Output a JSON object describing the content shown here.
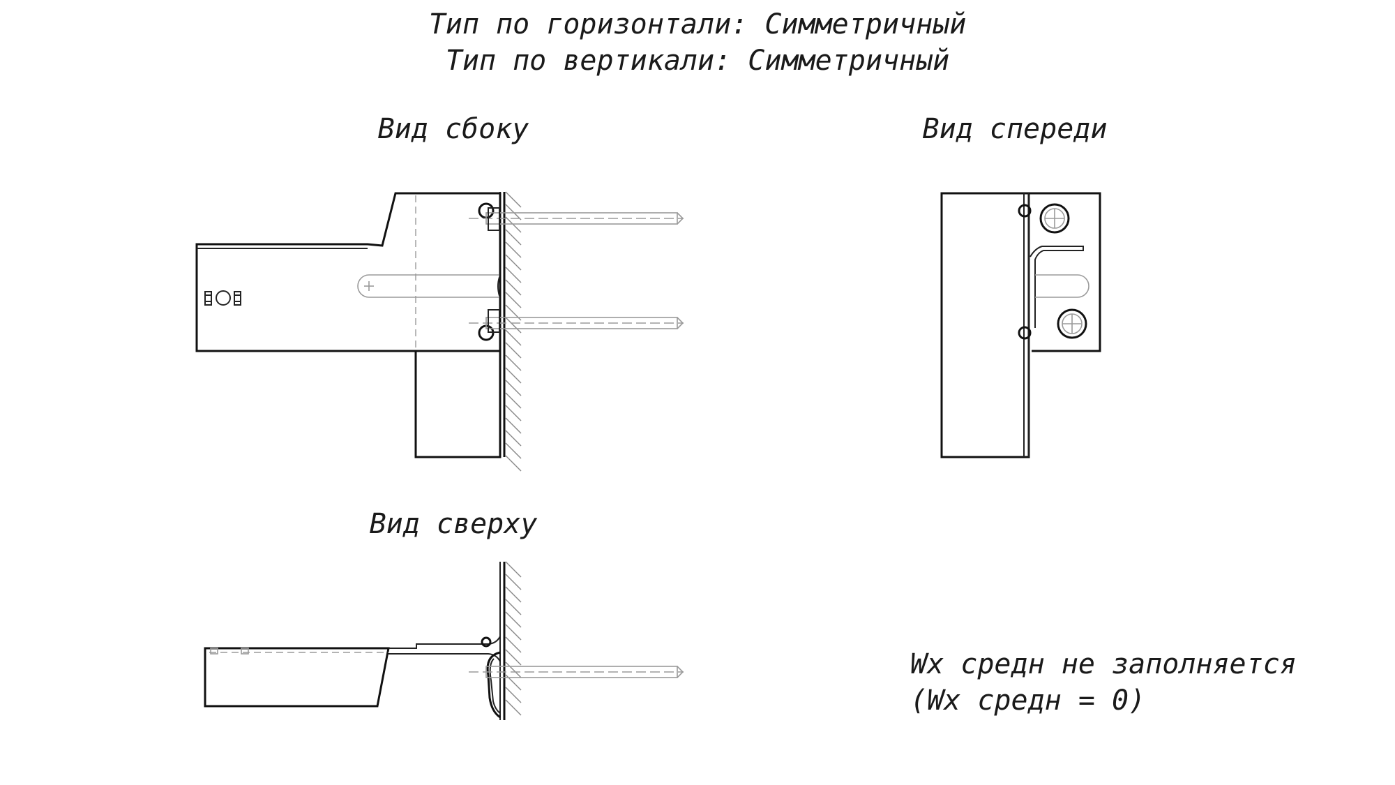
{
  "header": {
    "line1": "Тип по горизонтали: Симметричный",
    "line2": "Тип по вертикали: Симметричный"
  },
  "views": {
    "side": "Вид сбоку",
    "front": "Вид спереди",
    "top": "Вид сверху"
  },
  "note": {
    "line1": "Wx средн не  заполняется",
    "line2": "(Wx средн = 0)"
  }
}
